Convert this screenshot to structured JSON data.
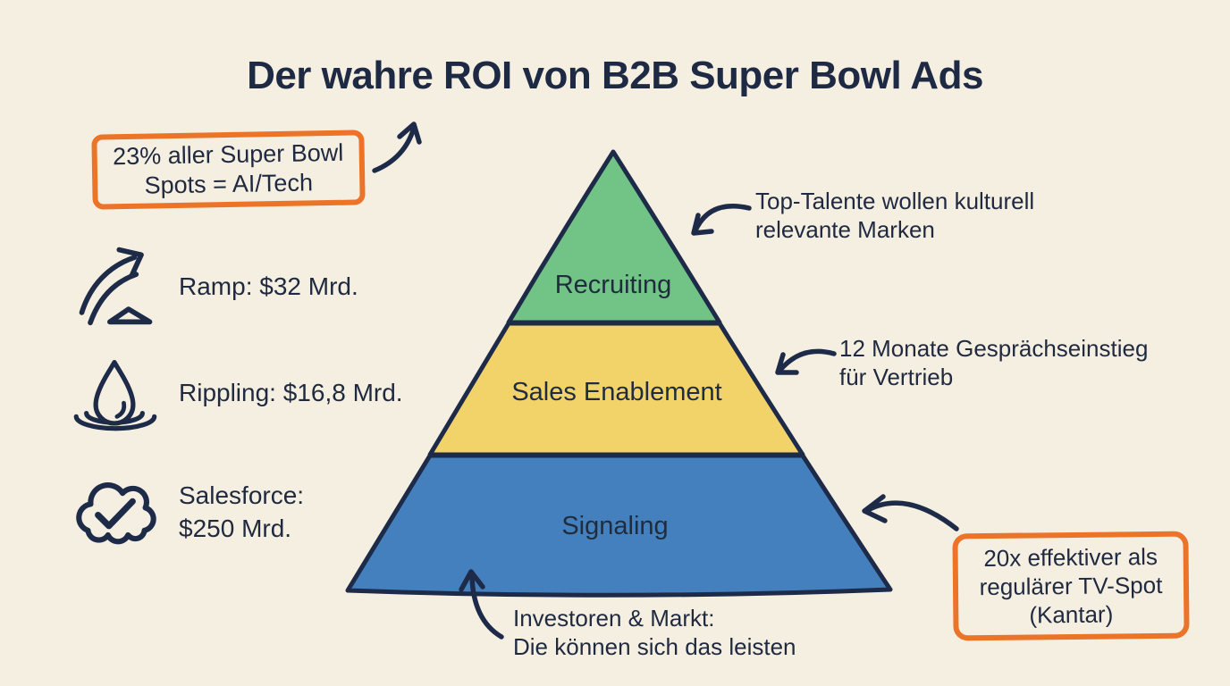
{
  "title": "Der wahre ROI von B2B Super Bowl Ads",
  "colors": {
    "background": "#F5EFE1",
    "ink": "#1D2B49",
    "accent_orange": "#EC7428",
    "level_green": "#72C386",
    "level_yellow": "#F1D36A",
    "level_blue": "#4480BE"
  },
  "callouts": {
    "ai_tech": {
      "lines": [
        "23% aller Super Bowl",
        "Spots = AI/Tech"
      ]
    },
    "kantar": {
      "lines": [
        "20x effektiver als",
        "regulärer TV-Spot",
        "(Kantar)"
      ]
    }
  },
  "stats": [
    {
      "icon": "growth-arrow-icon",
      "lines": [
        "Ramp: $32 Mrd."
      ]
    },
    {
      "icon": "water-drop-ripple-icon",
      "lines": [
        "Rippling: $16,8 Mrd."
      ]
    },
    {
      "icon": "cloud-check-icon",
      "lines": [
        "Salesforce:",
        "$250 Mrd."
      ]
    }
  ],
  "pyramid": {
    "levels": [
      {
        "label": "Recruiting",
        "color": "#72C386"
      },
      {
        "label": "Sales Enablement",
        "color": "#F1D36A"
      },
      {
        "label": "Signaling",
        "color": "#4480BE"
      }
    ]
  },
  "annotations": {
    "recruiting": {
      "lines": [
        "Top-Talente wollen kulturell",
        "relevante Marken"
      ]
    },
    "sales": {
      "lines": [
        "12 Monate Gesprächseinstieg",
        "für Vertrieb"
      ]
    },
    "signaling": {
      "lines": [
        "Investoren & Markt:",
        "Die können sich das leisten"
      ]
    }
  }
}
